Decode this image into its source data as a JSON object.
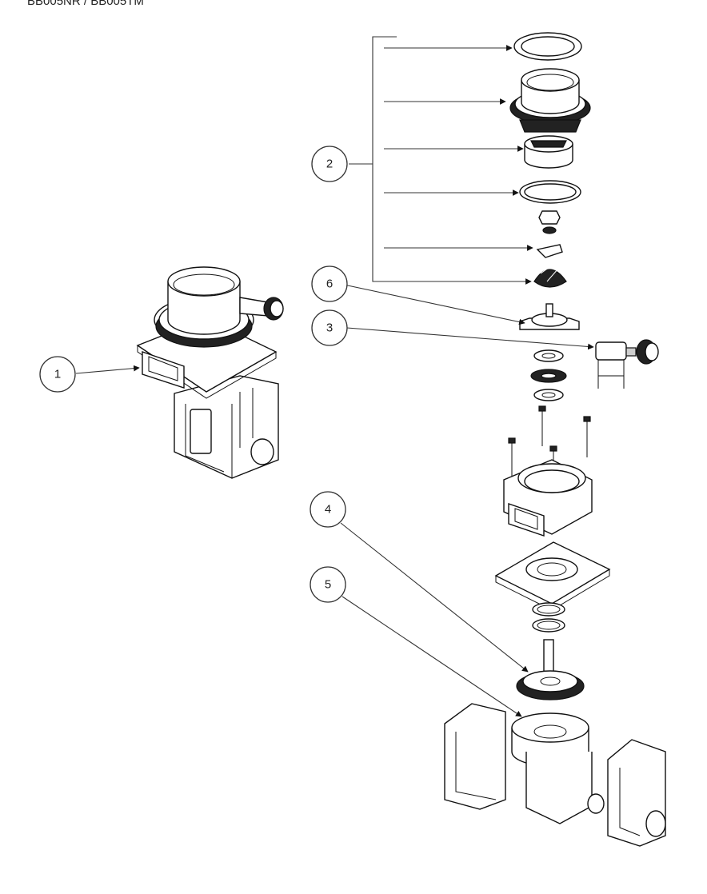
{
  "header": {
    "model_text": "BB005NR / BB005TM"
  },
  "callouts": [
    {
      "label": "1"
    },
    {
      "label": "2"
    },
    {
      "label": "3"
    },
    {
      "label": "4"
    },
    {
      "label": "5"
    },
    {
      "label": "6"
    }
  ],
  "colors": {
    "line": "#111111",
    "background": "#ffffff",
    "callout_stroke": "#333333"
  }
}
